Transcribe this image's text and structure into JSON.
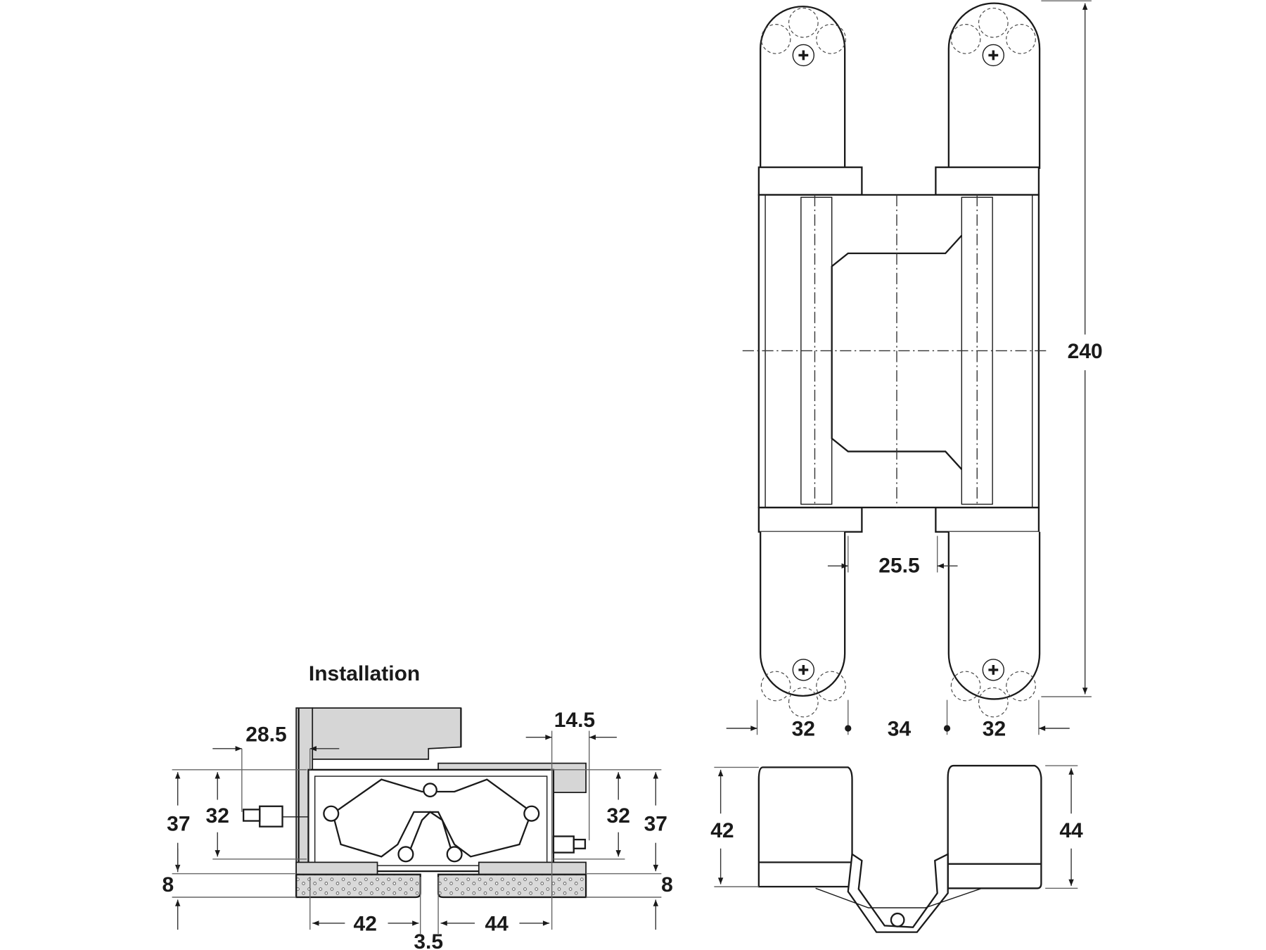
{
  "drawing": {
    "front_view": {
      "height": "240",
      "body_gap": "25.5",
      "widths": [
        "32",
        "34",
        "32"
      ]
    },
    "side_view": {
      "left_depth": "42",
      "right_depth": "44"
    },
    "installation": {
      "title": "Installation",
      "left_offset": "28.5",
      "right_offset": "14.5",
      "left_height_outer": "37",
      "left_height_inner": "32",
      "right_height_inner": "32",
      "right_height_outer": "37",
      "left_bottom": "8",
      "right_bottom": "8",
      "left_width": "42",
      "right_width": "44",
      "gap": "3.5"
    },
    "colors": {
      "line": "#1a1a1a",
      "fill_grey": "#d6d6d6"
    }
  }
}
